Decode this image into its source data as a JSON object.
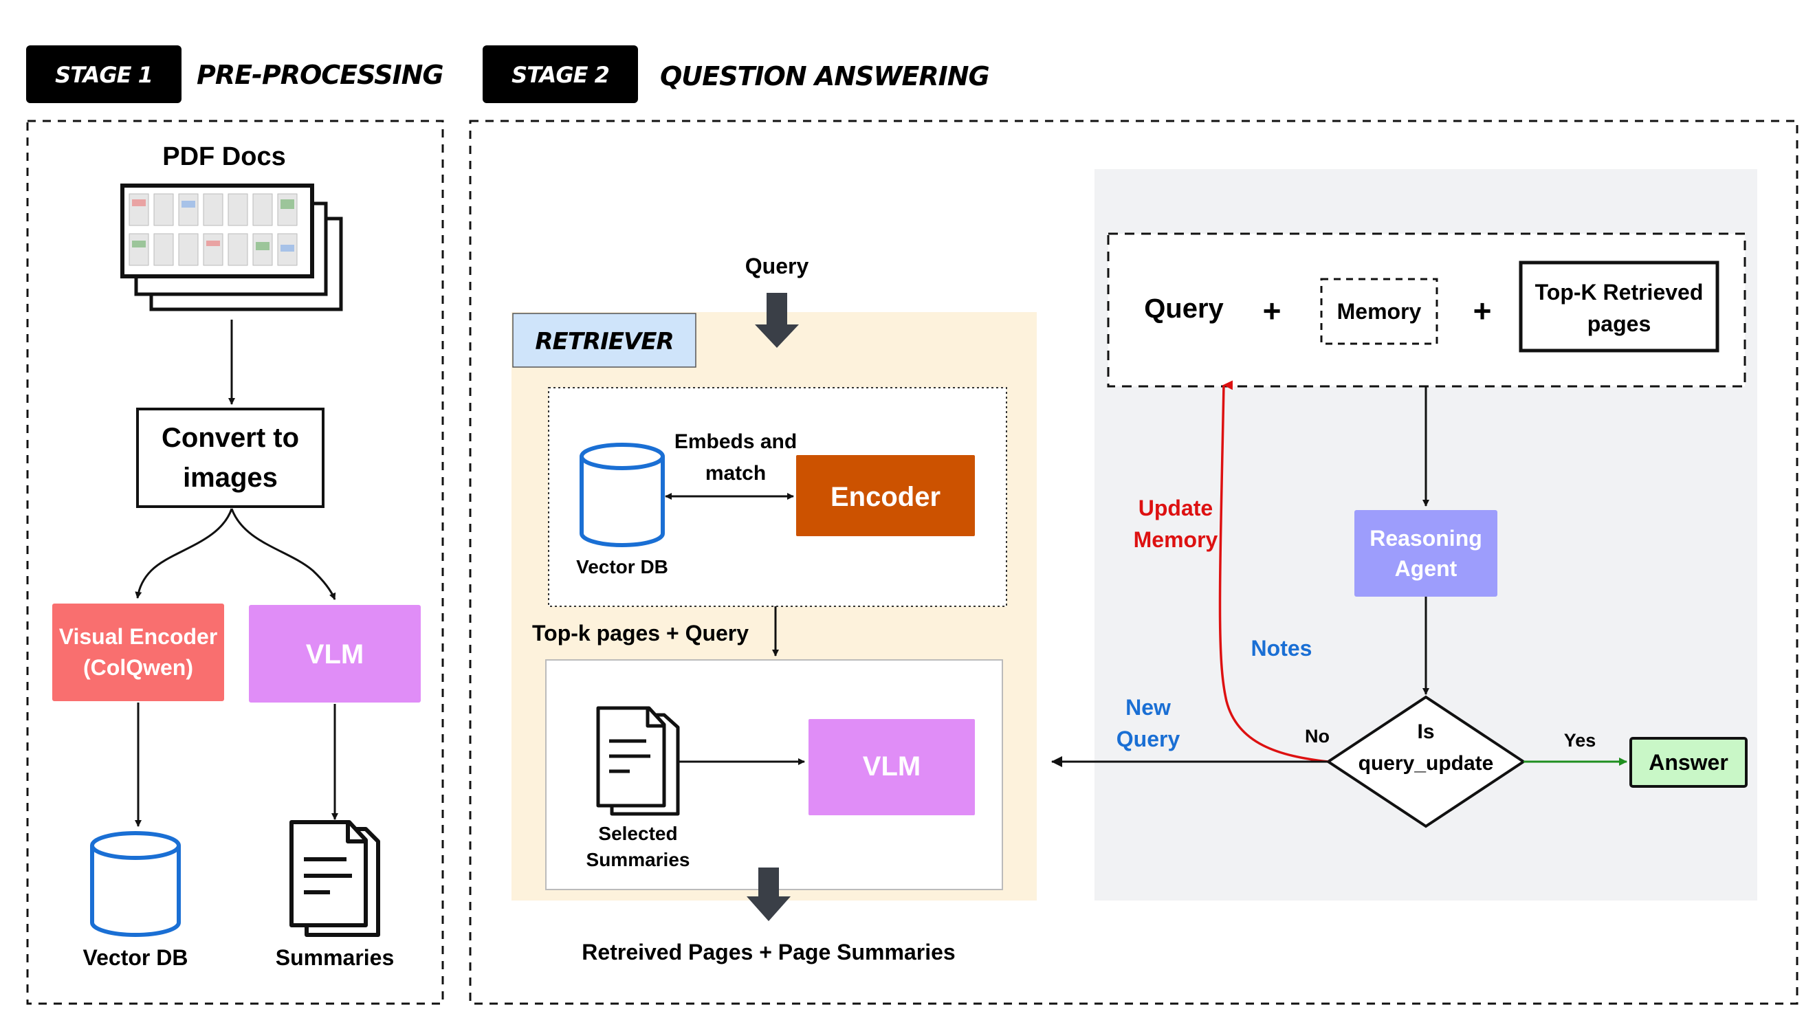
{
  "stage1": {
    "badge": "STAGE 1",
    "title": "PRE-PROCESSING"
  },
  "stage2": {
    "badge": "STAGE 2",
    "title": "QUESTION ANSWERING"
  },
  "preprocessing": {
    "pdf_docs": "PDF Docs",
    "convert_line1": "Convert to",
    "convert_line2": "images",
    "visual_encoder_line1": "Visual Encoder",
    "visual_encoder_line2": "(ColQwen)",
    "vlm": "VLM",
    "vector_db": "Vector DB",
    "summaries": "Summaries"
  },
  "retriever": {
    "query_in": "Query",
    "tag": "RETRIEVER",
    "embeds_line1": "Embeds and",
    "embeds_line2": "match",
    "encoder": "Encoder",
    "vector_db": "Vector DB",
    "topk_query": "Top-k pages + Query",
    "selected_line1": "Selected",
    "selected_line2": "Summaries",
    "vlm": "VLM",
    "output": "Retreived Pages + Page Summaries"
  },
  "agent": {
    "query": "Query",
    "plus1": "+",
    "memory": "Memory",
    "plus2": "+",
    "topk_line1": "Top-K Retrieved",
    "topk_line2": "pages",
    "reasoning_line1": "Reasoning",
    "reasoning_line2": "Agent",
    "decision_line1": "Is",
    "decision_line2": "query_update",
    "yes": "Yes",
    "no": "No",
    "answer": "Answer",
    "update_line1": "Update",
    "update_line2": "Memory",
    "notes": "Notes",
    "new_query_line1": "New",
    "new_query_line2": "Query"
  },
  "colors": {
    "visual_encoder": "#f96f6f",
    "vlm": "#e08df7",
    "encoder": "#cc5200",
    "reasoning_agent": "#9d9dfc",
    "answer": "#c9f7c7",
    "retriever_bg": "#fdf2dc",
    "retriever_tag": "#cfe4fa",
    "agent_bg": "#f1f2f4",
    "update_red": "#dd1111",
    "notes_blue": "#1a6fd4",
    "yes_green": "#1f8f1f",
    "db_blue": "#1a6fd4"
  }
}
